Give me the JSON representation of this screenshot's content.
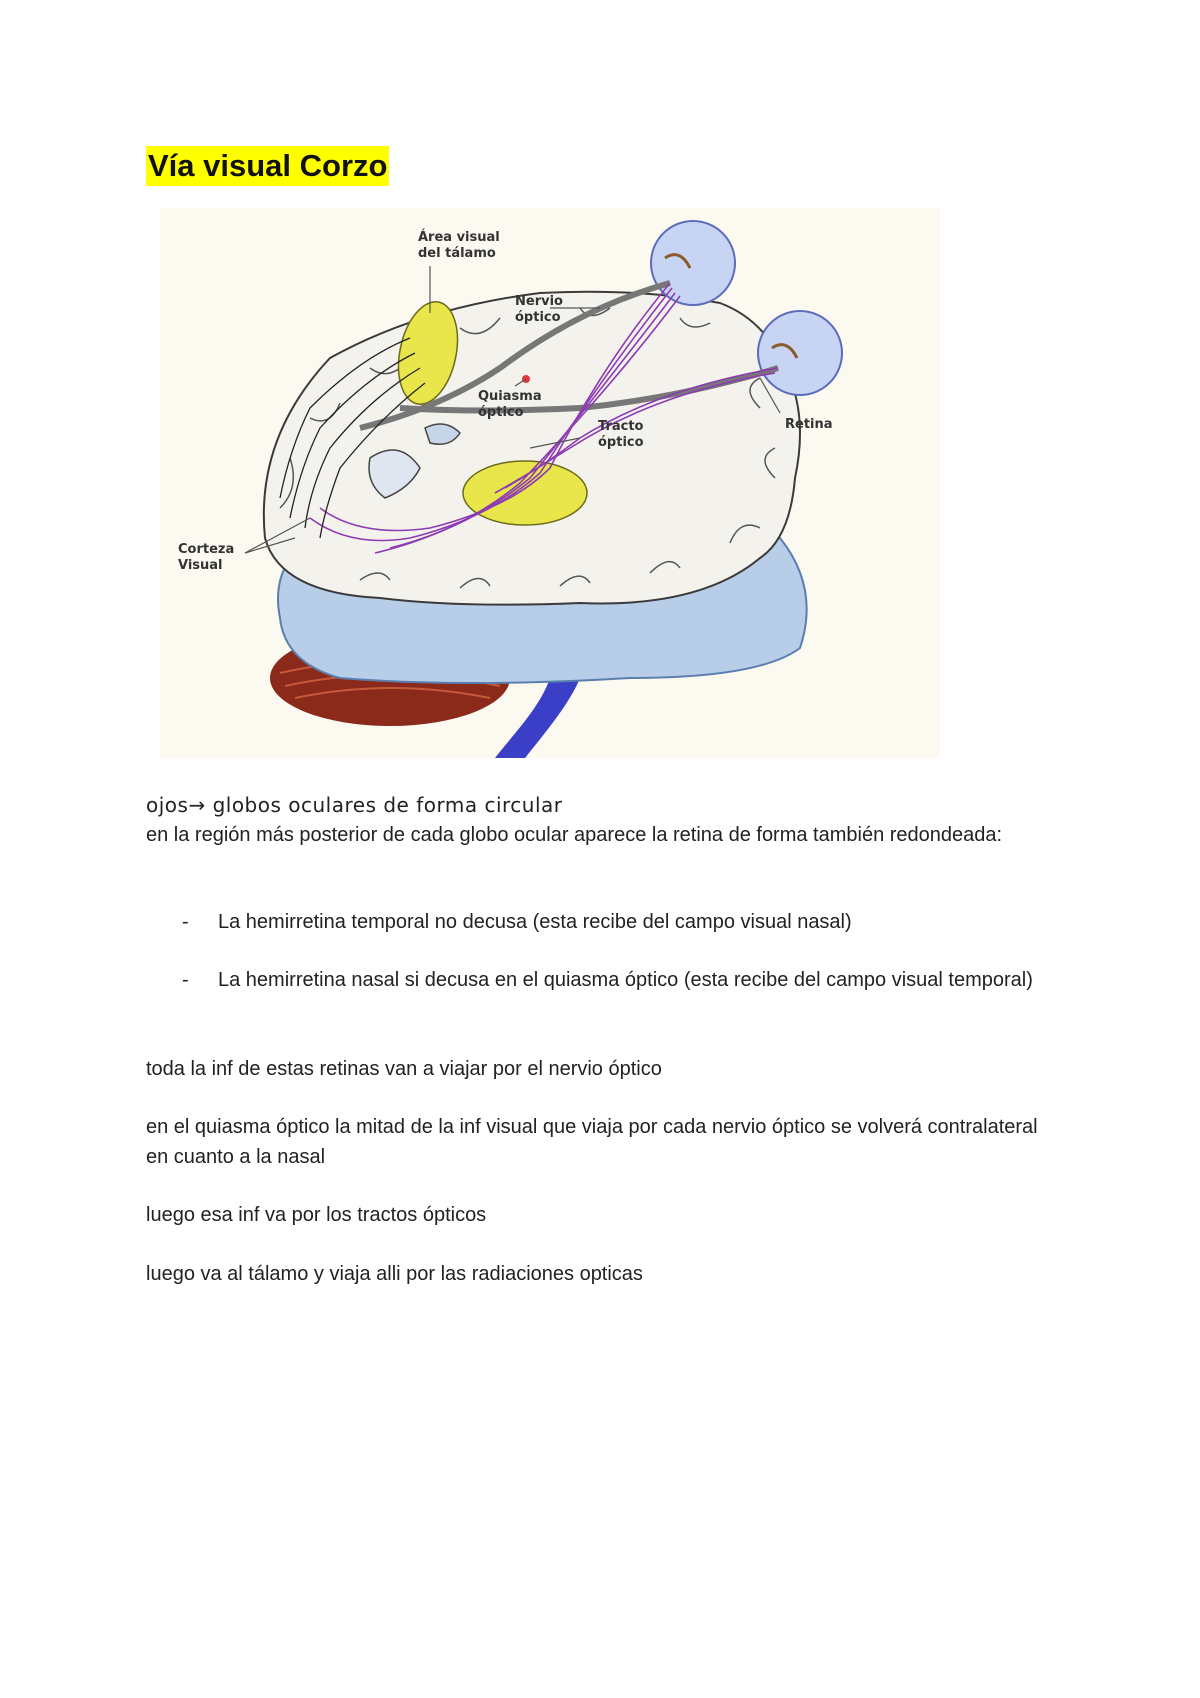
{
  "title": "Vía visual Corzo",
  "figure": {
    "labels": {
      "area_visual_1": "Área visual",
      "area_visual_2": "del tálamo",
      "nervio_1": "Nervio",
      "nervio_2": "óptico",
      "quiasma_1": "Quiasma",
      "quiasma_2": "óptico",
      "tracto_1": "Tracto",
      "tracto_2": "óptico",
      "retina": "Retina",
      "corteza_1": "Corteza",
      "corteza_2": "Visual"
    }
  },
  "text": {
    "lead": "ojos→ globos oculares de forma circular",
    "intro": "en la región  más posterior de cada globo ocular aparece la retina de forma también redondeada:",
    "bullets": [
      "La hemirretina temporal no decusa (esta recibe del campo visual nasal)",
      "La hemirretina nasal si decusa en el quiasma óptico (esta recibe del campo visual temporal)"
    ],
    "bullet_marker": "-",
    "paragraphs": [
      "toda la inf de estas retinas van a viajar por el nervio óptico",
      "en el quiasma óptico la mitad de la inf visual que viaja por cada nervio óptico se volverá contralateral en cuanto a la nasal",
      "luego esa inf va por los tractos ópticos",
      "luego va al tálamo y viaja alli por las radiaciones opticas"
    ]
  }
}
